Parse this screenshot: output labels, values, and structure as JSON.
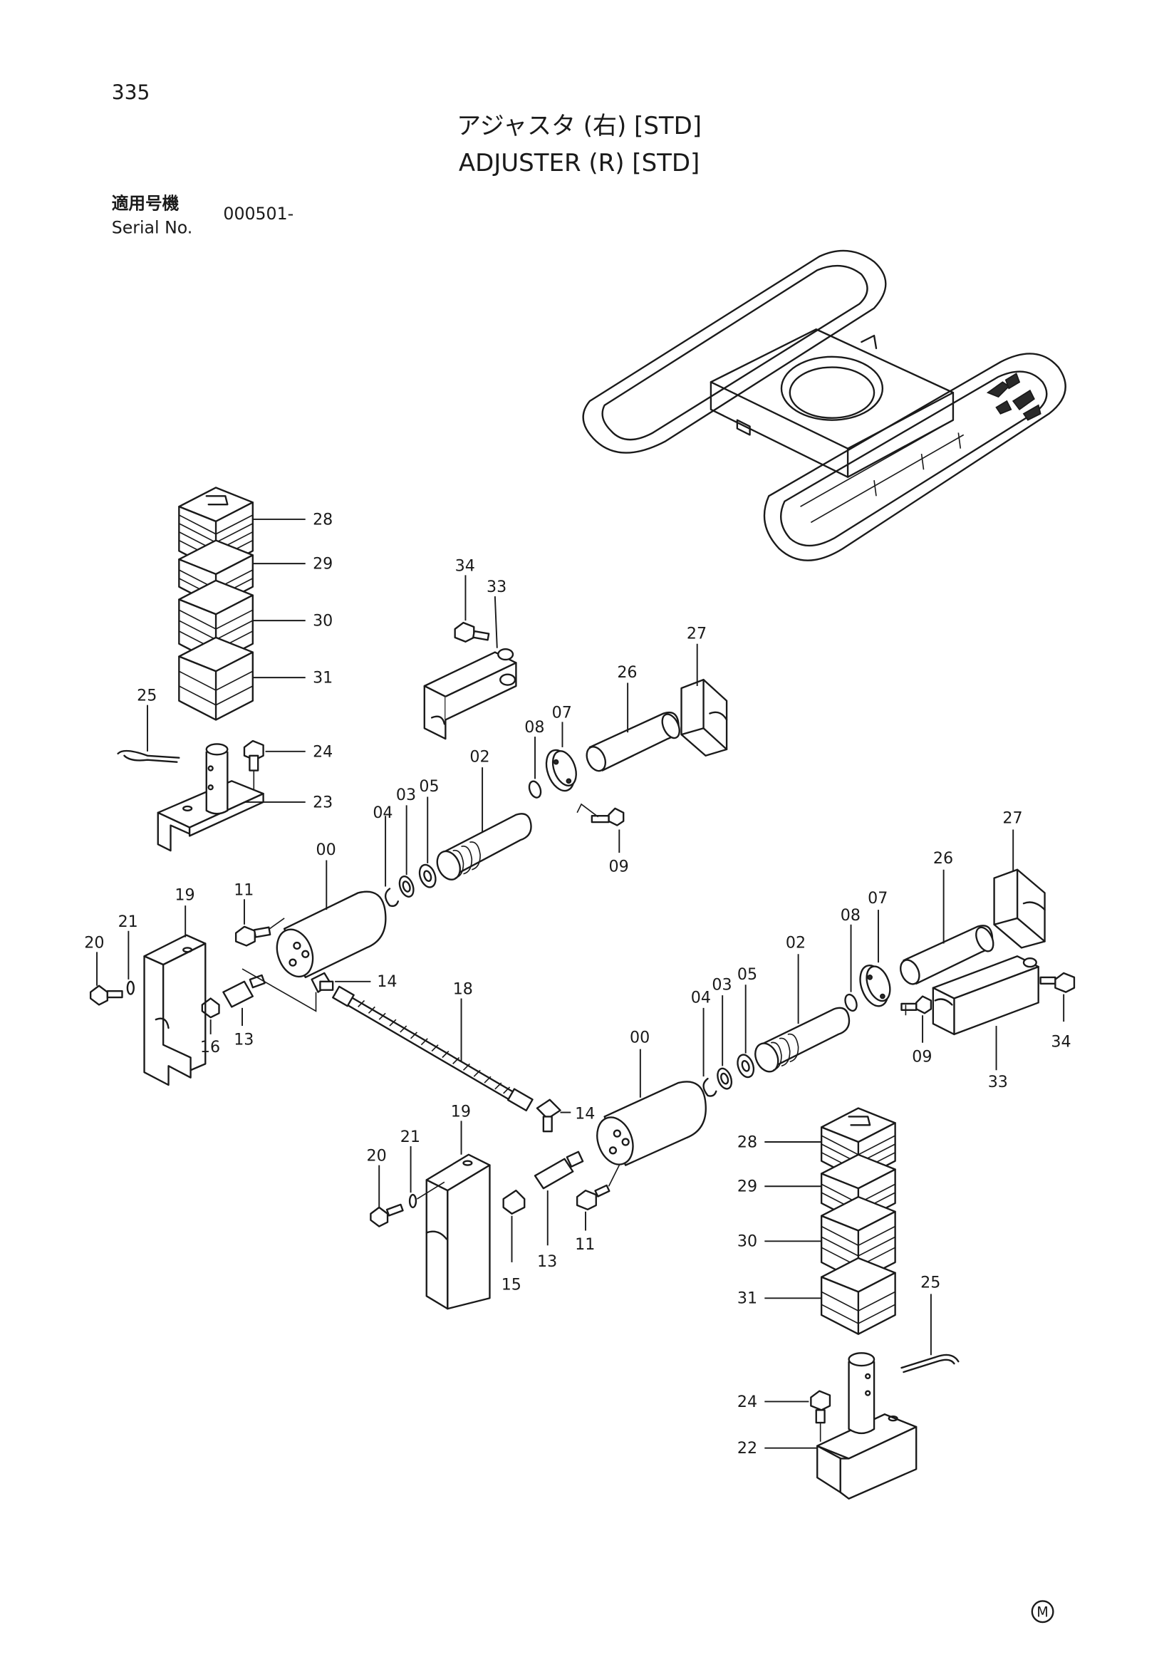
{
  "page": {
    "number": "335",
    "title_jp": "アジャスタ (右) [STD]",
    "title_en": "ADJUSTER (R) [STD]",
    "serial_label_jp": "適用号機",
    "serial_label_en": "Serial No.",
    "serial_value": "000501-",
    "mark": "M"
  },
  "callouts": {
    "c00a": "00",
    "c00b": "00",
    "c02a": "02",
    "c02b": "02",
    "c03a": "03",
    "c03b": "03",
    "c04a": "04",
    "c04b": "04",
    "c05a": "05",
    "c05b": "05",
    "c07a": "07",
    "c07b": "07",
    "c08a": "08",
    "c08b": "08",
    "c09a": "09",
    "c09b": "09",
    "c11a": "11",
    "c11b": "11",
    "c13a": "13",
    "c13b": "13",
    "c14a": "14",
    "c14b": "14",
    "c15": "15",
    "c16": "16",
    "c18": "18",
    "c19a": "19",
    "c19b": "19",
    "c20a": "20",
    "c20b": "20",
    "c21a": "21",
    "c21b": "21",
    "c22": "22",
    "c23": "23",
    "c24a": "24",
    "c24b": "24",
    "c25a": "25",
    "c25b": "25",
    "c26a": "26",
    "c26b": "26",
    "c27a": "27",
    "c27b": "27",
    "c28a": "28",
    "c28b": "28",
    "c29a": "29",
    "c29b": "29",
    "c30a": "30",
    "c30b": "30",
    "c31a": "31",
    "c31b": "31",
    "c33a": "33",
    "c33b": "33",
    "c34a": "34",
    "c34b": "34"
  }
}
